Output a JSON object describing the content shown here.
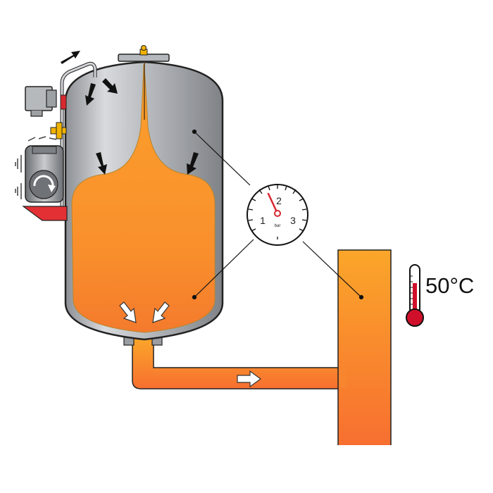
{
  "diagram": {
    "temperature": {
      "value": "50°C"
    },
    "gauge": {
      "ticks": [
        "1",
        "2",
        "3"
      ],
      "unit": "bar"
    }
  }
}
